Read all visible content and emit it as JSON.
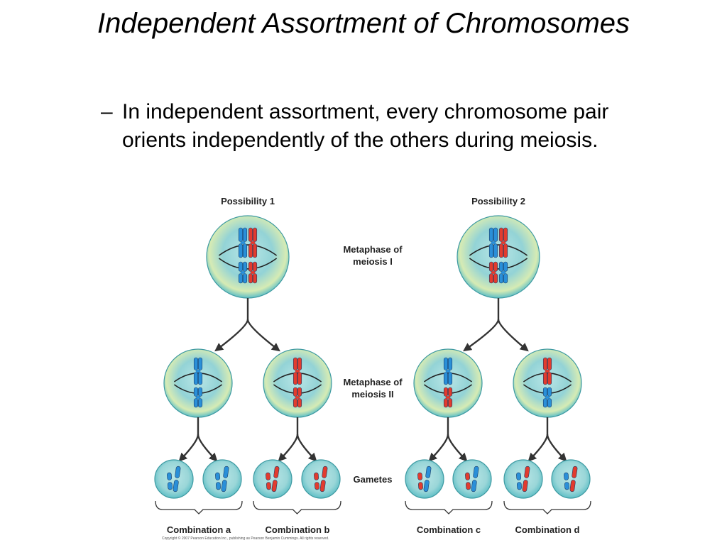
{
  "slide": {
    "title": "Independent Assortment of Chromosomes",
    "bullet_dash": "–",
    "bullet_text": "In independent assortment, every chromosome pair orients independently of the others during meiosis."
  },
  "diagram": {
    "possibility_1": "Possibility 1",
    "possibility_2": "Possibility 2",
    "stage_meiosis_1": [
      "Metaphase of",
      "meiosis I"
    ],
    "stage_meiosis_2": [
      "Metaphase of",
      "meiosis II"
    ],
    "stage_gametes": "Gametes",
    "combinations": [
      "Combination a",
      "Combination b",
      "Combination c",
      "Combination d"
    ],
    "copyright": "Copyright © 2007 Pearson Education Inc., publishing as Pearson Benjamin Cummings. All rights reserved."
  },
  "colors": {
    "blue_chromosome": "#2a8fd8",
    "red_chromosome": "#e23b2e",
    "cell_fill_center": "#a6dcde",
    "cell_fill_edge": "#5fbfc6",
    "cell_yellow_tint": "#e7efb0",
    "arrow": "#333333"
  }
}
